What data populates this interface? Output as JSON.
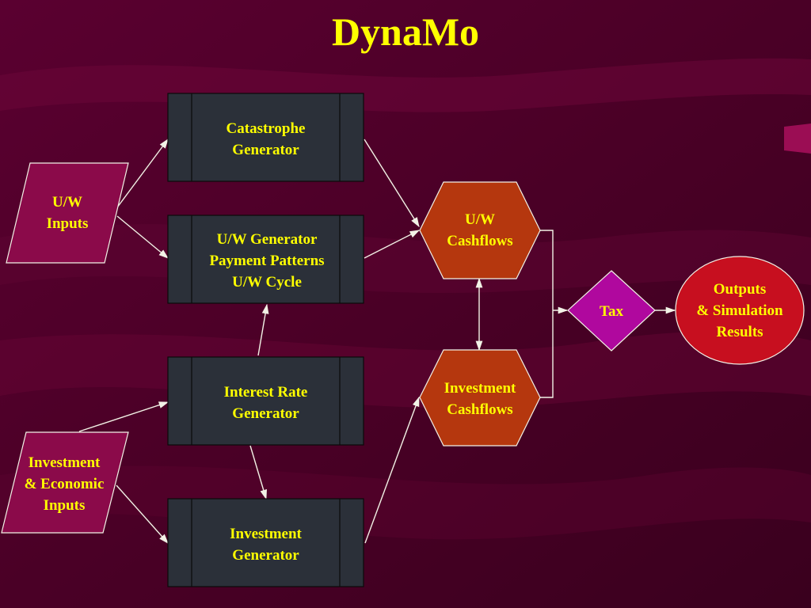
{
  "title": "DynaMo",
  "colors": {
    "background": "#4a0026",
    "title_text": "#ffff00",
    "label_text": "#ffff00",
    "process_box": "#2b3039",
    "input_parallelogram": "#8b0a4a",
    "cashflow_hexagon": "#b5370e",
    "tax_diamond": "#b0089e",
    "outputs_ellipse": "#c70f1f",
    "connector": "#f2f2e6"
  },
  "nodes": {
    "uw_inputs": {
      "label": "U/W\nInputs",
      "shape": "parallelogram"
    },
    "investment_economic_inputs": {
      "label": "Investment\n& Economic\nInputs",
      "shape": "parallelogram"
    },
    "catastrophe_generator": {
      "label": "Catastrophe\nGenerator",
      "shape": "predefined-process"
    },
    "uw_generator": {
      "label": "U/W Generator\nPayment  Patterns\nU/W Cycle",
      "shape": "predefined-process"
    },
    "interest_rate_generator": {
      "label": "Interest Rate\nGenerator",
      "shape": "predefined-process"
    },
    "investment_generator": {
      "label": "Investment\nGenerator",
      "shape": "predefined-process"
    },
    "uw_cashflows": {
      "label": "U/W\nCashflows",
      "shape": "hexagon"
    },
    "investment_cashflows": {
      "label": "Investment\nCashflows",
      "shape": "hexagon"
    },
    "tax": {
      "label": "Tax",
      "shape": "diamond"
    },
    "outputs": {
      "label": "Outputs\n& Simulation\nResults",
      "shape": "ellipse"
    }
  },
  "edges": [
    {
      "from": "uw_inputs",
      "to": "catastrophe_generator"
    },
    {
      "from": "uw_inputs",
      "to": "uw_generator"
    },
    {
      "from": "investment_economic_inputs",
      "to": "interest_rate_generator"
    },
    {
      "from": "investment_economic_inputs",
      "to": "investment_generator"
    },
    {
      "from": "interest_rate_generator",
      "to": "uw_generator"
    },
    {
      "from": "interest_rate_generator",
      "to": "investment_generator"
    },
    {
      "from": "catastrophe_generator",
      "to": "uw_cashflows"
    },
    {
      "from": "uw_generator",
      "to": "uw_cashflows"
    },
    {
      "from": "investment_generator",
      "to": "investment_cashflows"
    },
    {
      "from": "uw_cashflows",
      "to": "investment_cashflows",
      "bidirectional": true
    },
    {
      "from": "uw_cashflows",
      "to": "tax"
    },
    {
      "from": "investment_cashflows",
      "to": "tax"
    },
    {
      "from": "tax",
      "to": "outputs"
    }
  ]
}
